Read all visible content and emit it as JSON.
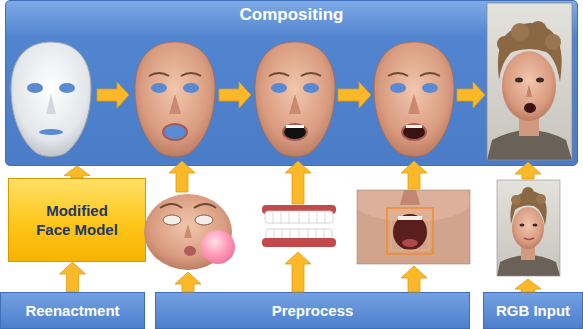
{
  "diagram": {
    "nodes": [
      {
        "text": [
          "Compositing"
        ]
      },
      {
        "text": [
          "Modified Face Model"
        ]
      },
      {
        "text": [
          "Reenactment"
        ]
      },
      {
        "text": [
          "Preprocess"
        ]
      },
      {
        "text": [
          "RGB Input"
        ]
      }
    ],
    "edges": [
      {
        "from": 2,
        "to": 1,
        "arrow": "to"
      },
      {
        "from": 1,
        "to": 0,
        "arrow": "to"
      }
    ]
  }
}
